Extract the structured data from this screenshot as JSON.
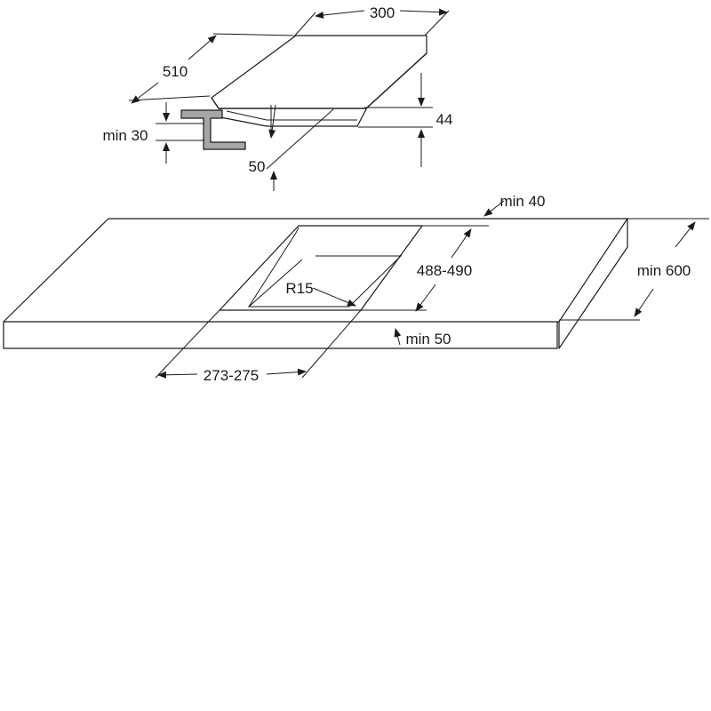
{
  "hob_dimensions": {
    "width": "300",
    "depth": "510",
    "height": "44",
    "offset": "50",
    "clearance": "min 30"
  },
  "worktop_dimensions": {
    "edge_back": "min 40",
    "cutout_depth": "488-490",
    "corner_radius": "R15",
    "worktop_depth": "min 600",
    "edge_front": "min 50",
    "cutout_width": "273-275"
  }
}
